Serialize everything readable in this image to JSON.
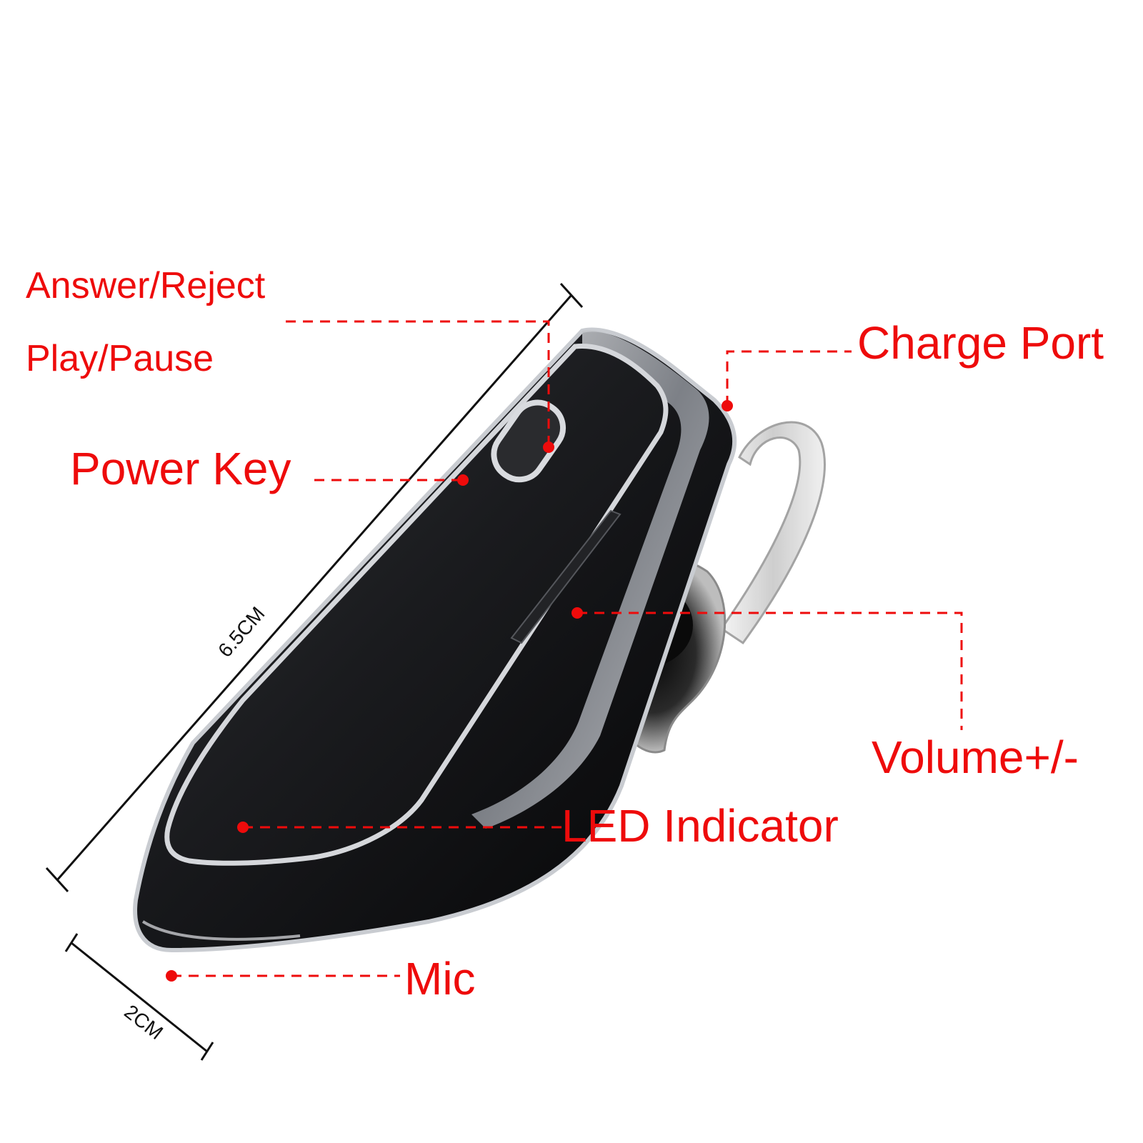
{
  "colors": {
    "callout": "#ee0b0b",
    "body": "#141416",
    "trim": "#b9bcc2",
    "background": "#ffffff"
  },
  "callouts": {
    "answer_reject": "Answer/Reject",
    "play_pause": "Play/Pause",
    "power_key": "Power Key",
    "charge_port": "Charge Port",
    "volume": "Volume+/-",
    "led_indicator": "LED Indicator",
    "mic": "Mic"
  },
  "dimensions": {
    "length": "6.5CM",
    "width": "2CM"
  }
}
